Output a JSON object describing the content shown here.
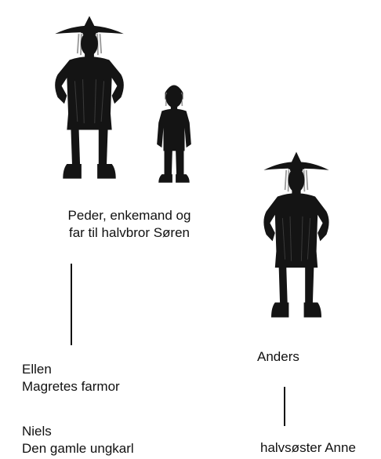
{
  "colors": {
    "silhouette": "#141414",
    "hair": "#9a9a9a",
    "text": "#111111",
    "line": "#111111"
  },
  "figures": [
    {
      "id": "peder",
      "icon": "man-with-hat-silhouette-icon"
    },
    {
      "id": "soren",
      "icon": "boy-silhouette-icon"
    },
    {
      "id": "anders",
      "icon": "man-with-hat-silhouette-icon"
    }
  ],
  "labels": {
    "peder": {
      "line1": "Peder, enkemand og",
      "line2": "far til halvbror Søren"
    },
    "ellen": {
      "line1": "Ellen",
      "line2": "Magretes farmor"
    },
    "niels": {
      "line1": "Niels",
      "line2": "Den gamle ungkarl"
    },
    "anders": {
      "line1": "Anders"
    },
    "anne": {
      "line1": "halvsøster Anne"
    }
  }
}
